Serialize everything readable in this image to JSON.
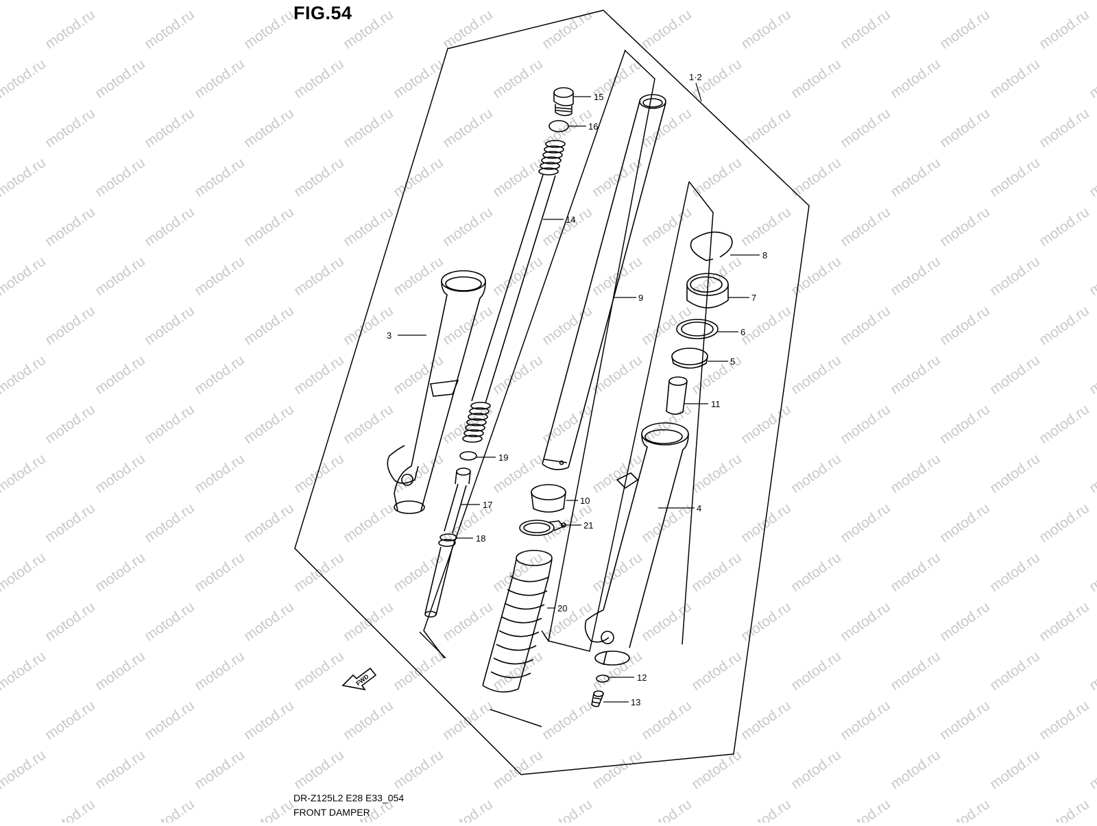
{
  "figure": {
    "title": "FIG.54",
    "model_code": "DR-Z125L2 E28 E33_054",
    "name": "FRONT DAMPER",
    "assembly_label": "1·2",
    "fwd_label": "FWD",
    "watermark": "motod.ru"
  },
  "callouts": [
    "15",
    "16",
    "14",
    "9",
    "8",
    "7",
    "6",
    "5",
    "11",
    "3",
    "19",
    "17",
    "18",
    "10",
    "21",
    "4",
    "20",
    "12",
    "13"
  ]
}
